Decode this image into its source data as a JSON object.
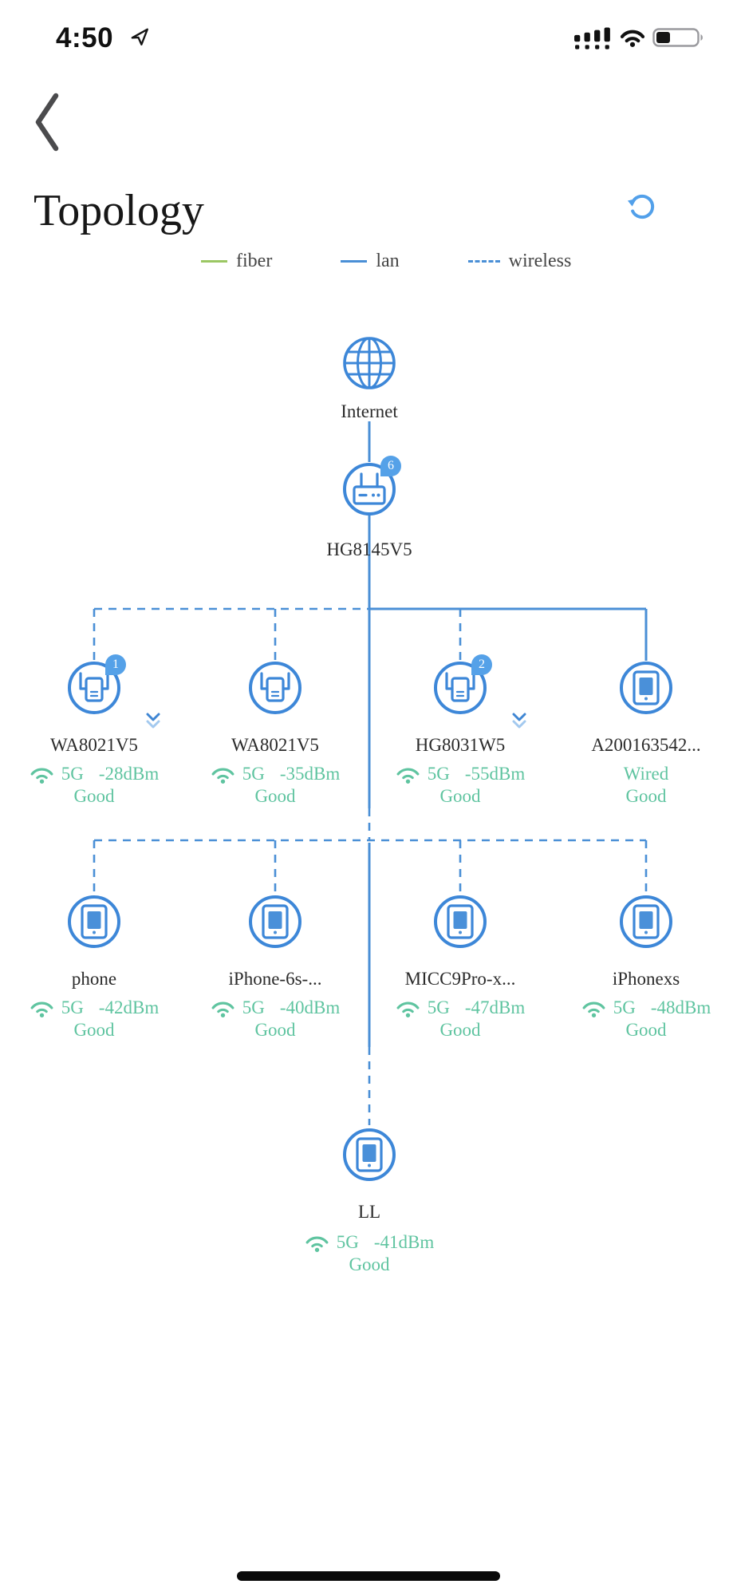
{
  "status_bar": {
    "time": "4:50"
  },
  "header": {
    "title": "Topology"
  },
  "legend": {
    "items": [
      {
        "label": "fiber",
        "line_style": "solid",
        "color": "#9bc763"
      },
      {
        "label": "lan",
        "line_style": "solid",
        "color": "#4a8fd6"
      },
      {
        "label": "wireless",
        "line_style": "dashed",
        "color": "#4a8fd6"
      }
    ]
  },
  "colors": {
    "accent_blue": "#4a8fd6",
    "badge_blue": "#55a1e8",
    "signal_green": "#5fc4a0"
  },
  "topology": {
    "internet": {
      "label": "Internet"
    },
    "gateway": {
      "label": "HG8145V5",
      "badge": "6"
    },
    "row1": [
      {
        "label": "WA8021V5",
        "badge": "1",
        "signal": {
          "band": "5G",
          "rssi": "-28dBm",
          "quality": "Good"
        }
      },
      {
        "label": "WA8021V5",
        "signal": {
          "band": "5G",
          "rssi": "-35dBm",
          "quality": "Good"
        }
      },
      {
        "label": "HG8031W5",
        "badge": "2",
        "signal": {
          "band": "5G",
          "rssi": "-55dBm",
          "quality": "Good"
        }
      },
      {
        "label": "A200163542...",
        "signal": {
          "connection": "Wired",
          "quality": "Good"
        }
      }
    ],
    "row2": [
      {
        "label": "phone",
        "signal": {
          "band": "5G",
          "rssi": "-42dBm",
          "quality": "Good"
        }
      },
      {
        "label": "iPhone-6s-...",
        "signal": {
          "band": "5G",
          "rssi": "-40dBm",
          "quality": "Good"
        }
      },
      {
        "label": "MICC9Pro-x...",
        "signal": {
          "band": "5G",
          "rssi": "-47dBm",
          "quality": "Good"
        }
      },
      {
        "label": "iPhonexs",
        "signal": {
          "band": "5G",
          "rssi": "-48dBm",
          "quality": "Good"
        }
      }
    ],
    "row3": [
      {
        "label": "LL",
        "signal": {
          "band": "5G",
          "rssi": "-41dBm",
          "quality": "Good"
        }
      }
    ]
  }
}
